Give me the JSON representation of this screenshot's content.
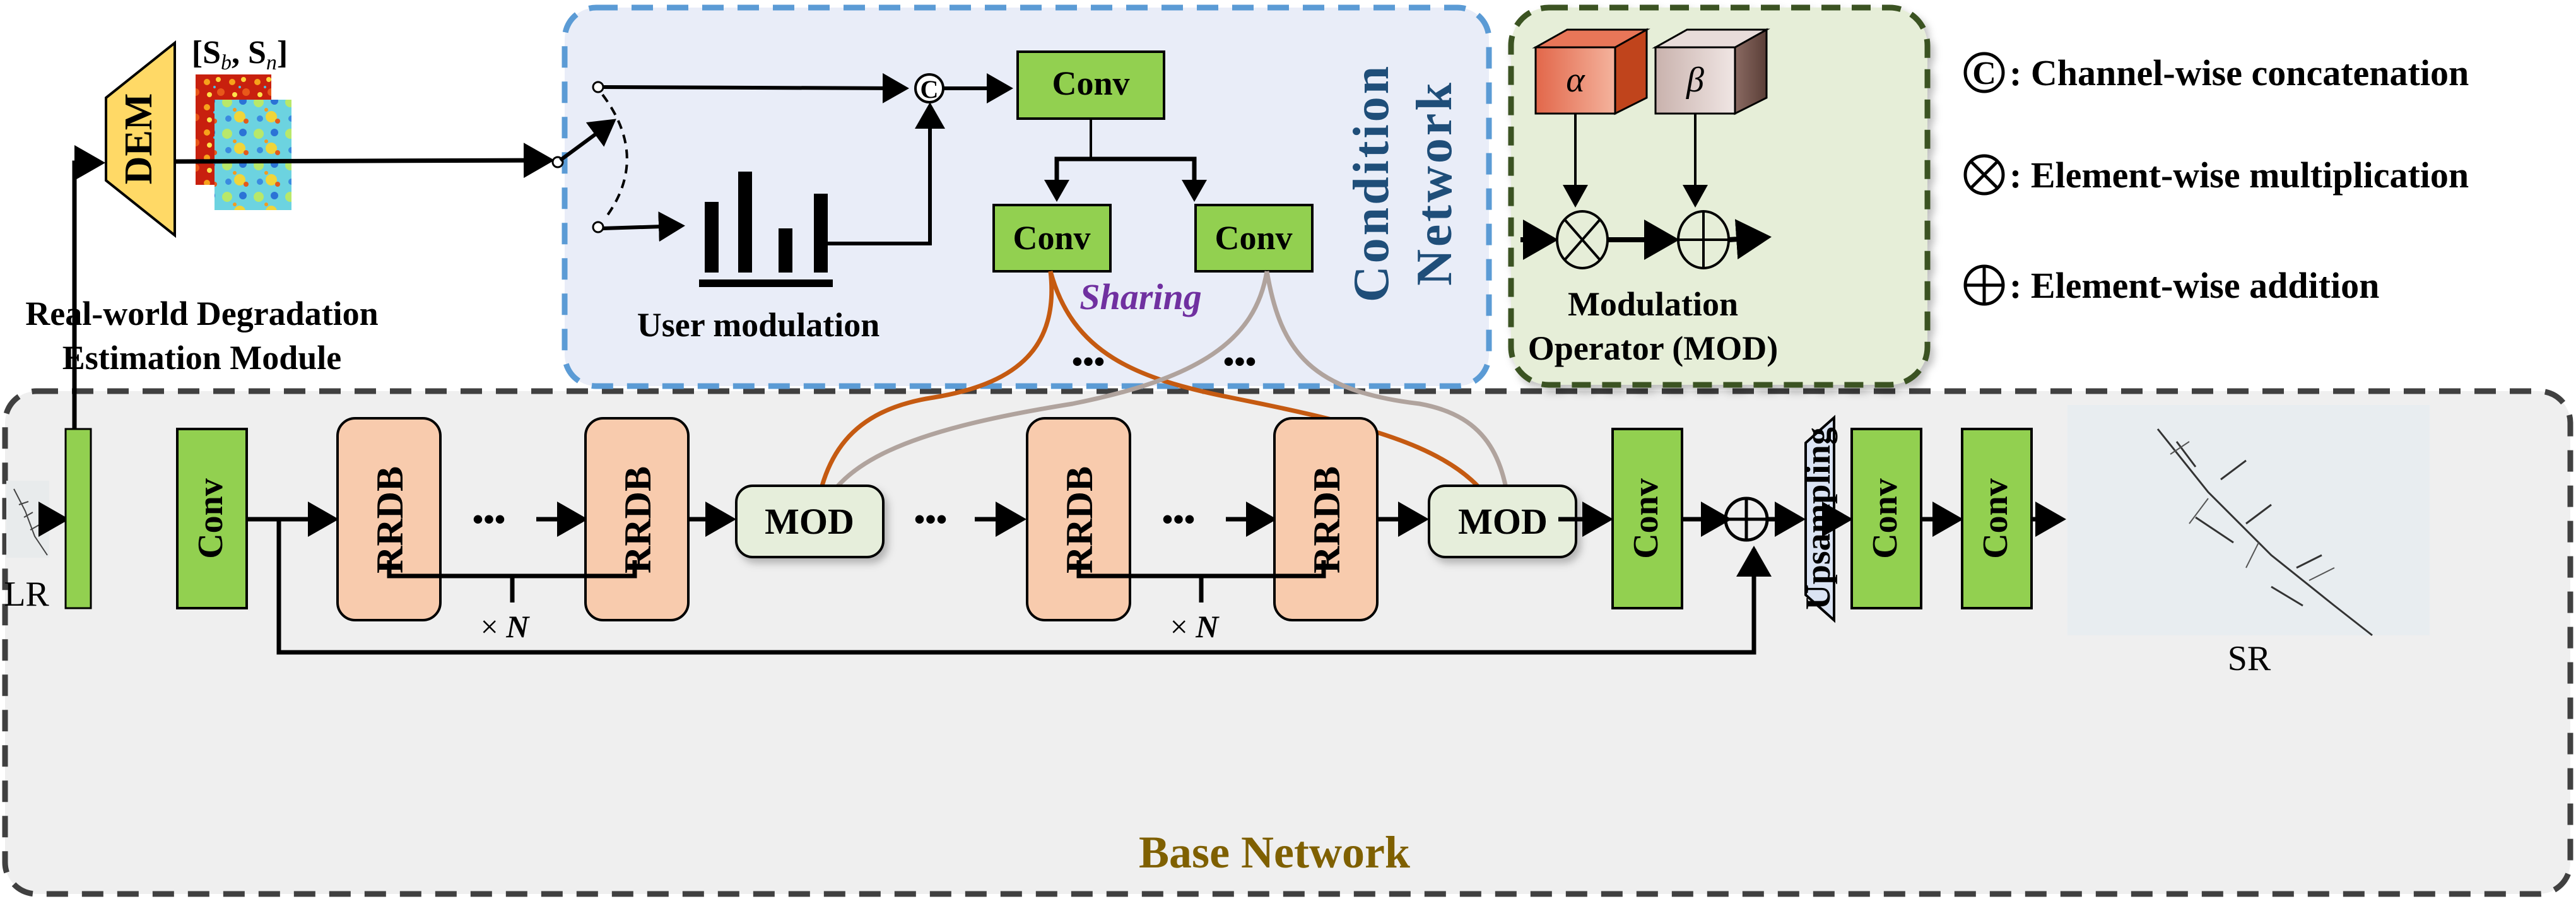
{
  "dem": {
    "block_label": "DEM",
    "maps_label": "[S_b, S_n]",
    "maps_label_parts": {
      "open": "[",
      "s1": "S",
      "sub1": "b",
      "sep": ", ",
      "s2": "S",
      "sub2": "n",
      "close": "]"
    },
    "caption_line1": "Real-world Degradation",
    "caption_line2": "Estimation Module"
  },
  "condition_network": {
    "title_line1": "Condition",
    "title_line2": "Network",
    "user_modulation_label": "User modulation",
    "concat_symbol": "C",
    "conv_top": "Conv",
    "conv_left": "Conv",
    "conv_right": "Conv",
    "sharing_label": "Sharing",
    "ellipsis_left": "•••",
    "ellipsis_right": "•••"
  },
  "mod_operator": {
    "alpha": "α",
    "beta": "β",
    "caption_line1": "Modulation",
    "caption_line2": "Operator (MOD)"
  },
  "legend": {
    "items": [
      {
        "symbol": "concat-icon",
        "glyph": "C",
        "text": ": Channel-wise concatenation"
      },
      {
        "symbol": "multiply-icon",
        "glyph": "⊗",
        "text": ": Element-wise multiplication"
      },
      {
        "symbol": "add-icon",
        "glyph": "⊕",
        "text": ": Element-wise addition"
      }
    ]
  },
  "base_network": {
    "title": "Base Network",
    "lr_label": "LR",
    "sr_label": "SR",
    "conv_first": "Conv",
    "rrdb": "RRDB",
    "mod": "MOD",
    "conv_after": "Conv",
    "upsampling": "Upsampling",
    "conv_final1": "Conv",
    "conv_final2": "Conv",
    "repeat_label": "× N",
    "repeat_times": "×",
    "repeat_var": "N",
    "ellipsis": "•••"
  },
  "colors": {
    "conv_green": "#92d050",
    "rrdb_peach": "#f8cbad",
    "dem_yellow": "#ffd966",
    "mod_bg": "#e6eedb",
    "upsampling_blue": "#dae3f3",
    "condition_border": "#5b9bd5",
    "condition_bg": "#e9edf8",
    "mod_panel_border": "#3b5323",
    "mod_panel_bg": "#e6eed8",
    "base_border": "#404040",
    "base_bg": "#efefef",
    "orange_curve": "#c55a11",
    "gray_curve": "#b0a39d",
    "sharing_purple": "#7030a0",
    "condition_title": "#1f4e79",
    "base_title": "#7f6000"
  }
}
